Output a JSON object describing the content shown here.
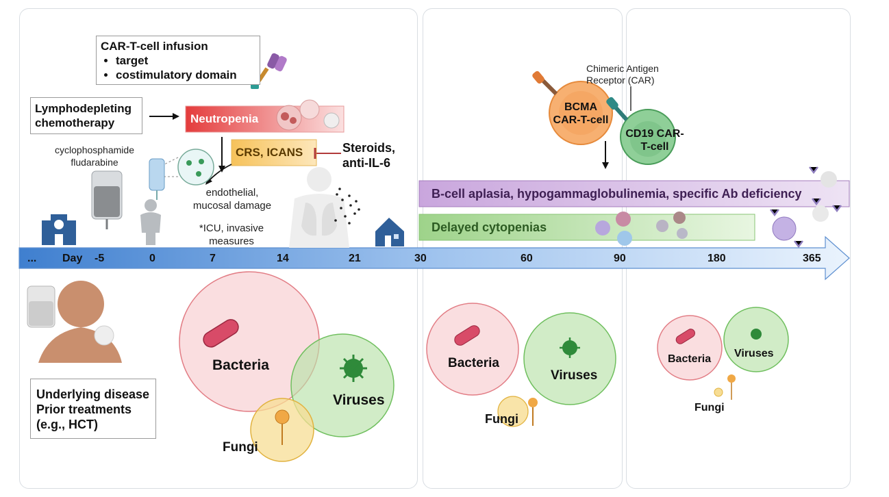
{
  "infusion_box": {
    "title": "CAR-T-cell infusion",
    "bullets": [
      "target",
      "costimulatory domain"
    ]
  },
  "lymphodepleting": {
    "label": "Lymphodepleting chemotherapy",
    "drugs": "cyclophosphamide\nfludarabine"
  },
  "neutropenia_label": "Neutropenia",
  "crs_label": "CRS, ICANS",
  "steroids_label": "Steroids,\nanti-IL-6",
  "endothelial_label": "endothelial,\nmucosal damage",
  "icu_label": "*ICU, invasive\nmeasures",
  "car_label": "Chimeric Antigen\nReceptor (CAR)",
  "bcma_label": "BCMA\nCAR-T-cell",
  "cd19_label": "CD19 CAR-\nT-cell",
  "bcell_band": "B-cell aplasia, hypogammaglobulinemia, specific Ab deficiency",
  "cytopenia_band": "Delayed cytopenias",
  "timeline": {
    "ticks": [
      "...",
      "Day",
      "-5",
      "0",
      "7",
      "14",
      "21",
      "30",
      "60",
      "90",
      "180",
      "365"
    ]
  },
  "underlying_box": "Underlying disease\nPrior treatments\n(e.g., HCT)",
  "panel1_infections": {
    "bacteria": "Bacteria",
    "viruses": "Viruses",
    "fungi": "Fungi"
  },
  "panel2_infections": {
    "bacteria": "Bacteria",
    "viruses": "Viruses",
    "fungi": "Fungi"
  },
  "panel3_infections": {
    "bacteria": "Bacteria",
    "viruses": "Viruses",
    "fungi": "Fungi"
  },
  "colors": {
    "bacteria_fill": "#f9d9db",
    "bacteria_stroke": "#d9535c",
    "virus_fill": "#cfeac3",
    "virus_stroke": "#5fbb4f",
    "fungi_fill": "#f7e2a6",
    "fungi_stroke": "#e3b23c",
    "timeline": "#a9c7ea",
    "bcell_band": "#c8a9d8",
    "cytopenia_band": "#bfe3b0",
    "neutropenia": "#e84b4b",
    "crs": "#f7c970"
  }
}
